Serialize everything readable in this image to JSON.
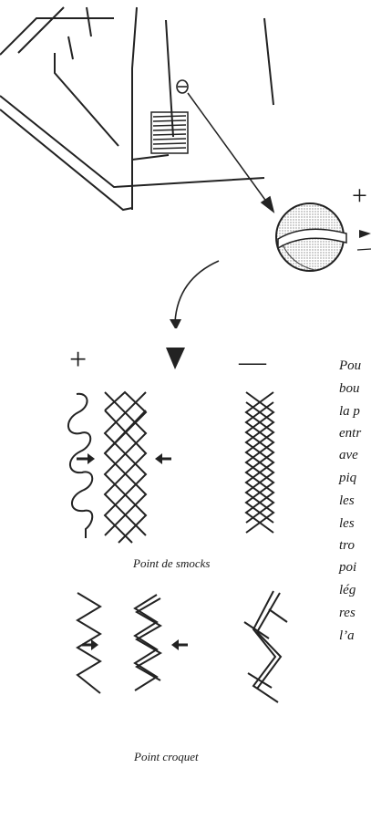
{
  "adjust_dial": {
    "plus": "+",
    "minus": "—"
  },
  "legend": {
    "plus": "+",
    "minus": "—"
  },
  "captions": {
    "smocks": "Point de smocks",
    "croquet": "Point croquet"
  },
  "body_text": [
    "Pou",
    "bou",
    "la p",
    "entr",
    "ave",
    "piq",
    "les",
    "les",
    "tro",
    "poi",
    "lég",
    "res",
    "l’a"
  ]
}
